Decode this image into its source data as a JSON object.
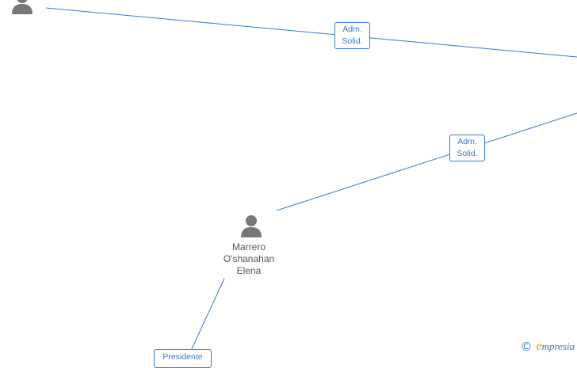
{
  "diagram": {
    "people": [
      {
        "id": "top-left-person",
        "name": ""
      },
      {
        "id": "marrero",
        "name_lines": [
          "Marrero",
          "O'shanahan",
          "Elena"
        ]
      }
    ],
    "roles": [
      {
        "line1": "Adm.",
        "line2": "Solid."
      },
      {
        "line1": "Adm.",
        "line2": "Solid."
      },
      {
        "line1": "Presidente"
      }
    ]
  },
  "footer": {
    "copyright_symbol": "©",
    "brand_initial": "e",
    "brand_rest": "mpresia"
  },
  "colors": {
    "edge": "#3a78c9",
    "person_icon": "#777777",
    "brand_blue": "#3a78c9",
    "brand_orange": "#f39200"
  }
}
